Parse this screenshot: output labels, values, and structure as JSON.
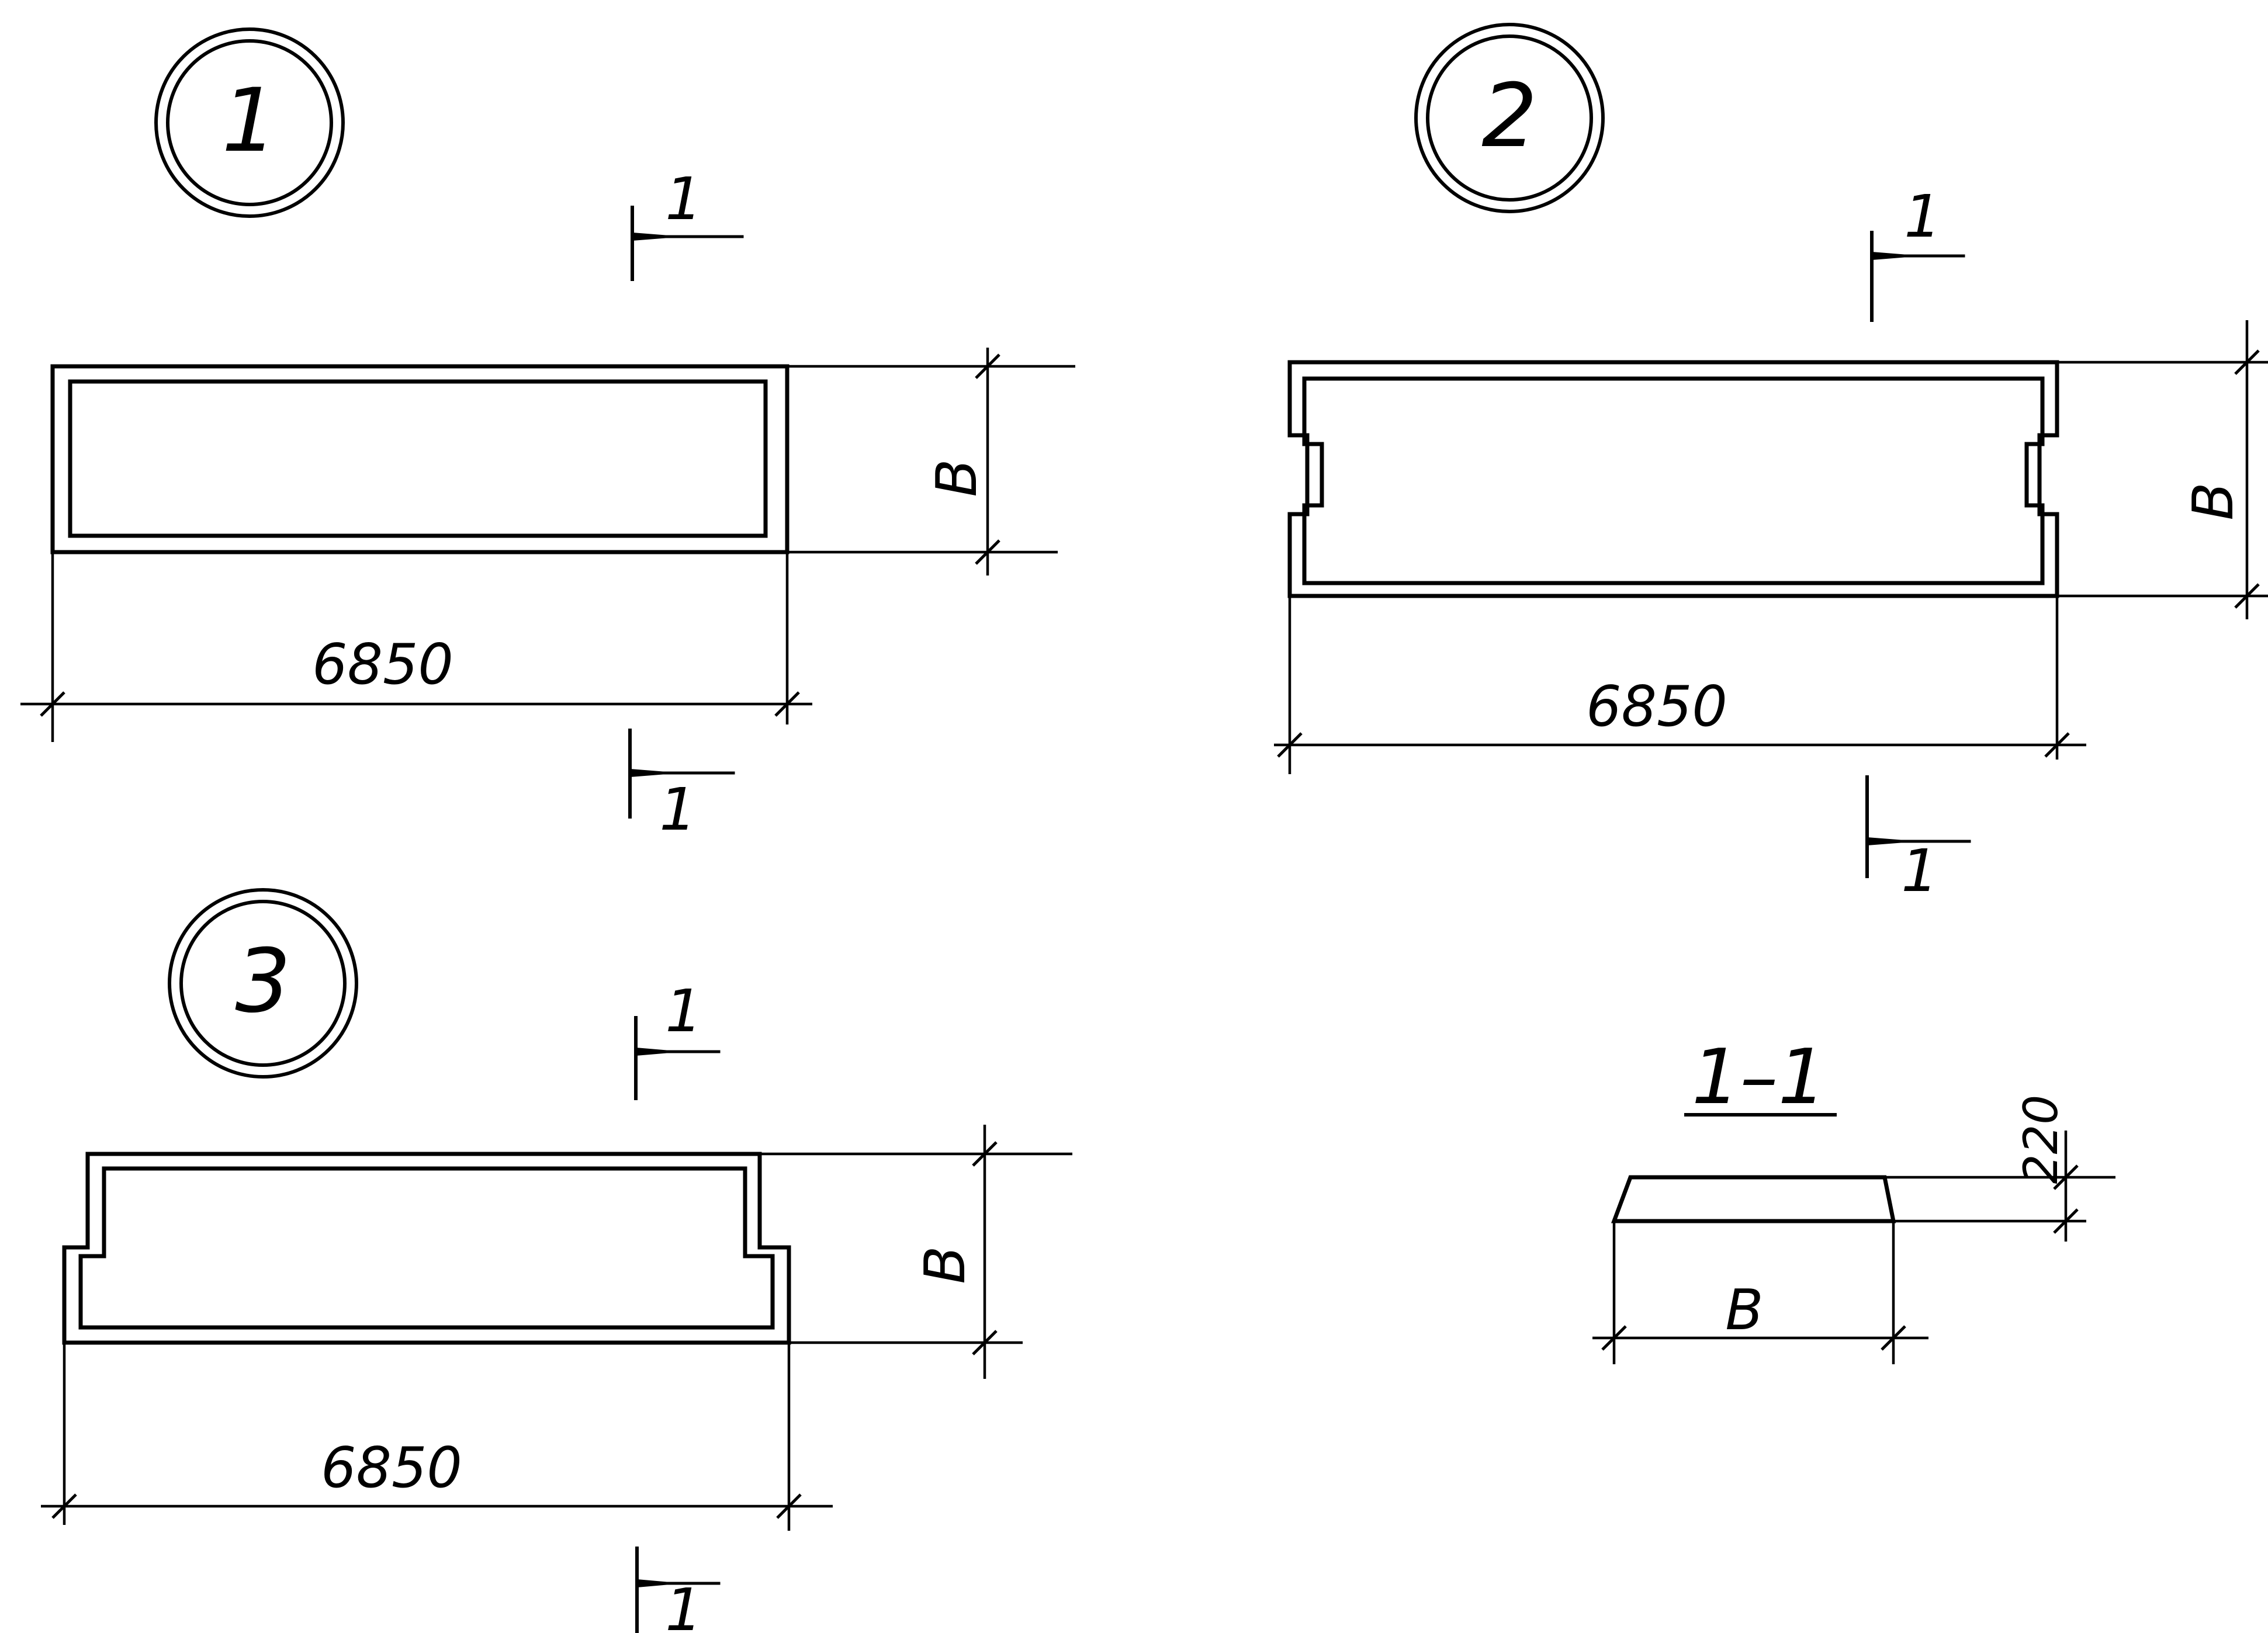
{
  "views": [
    {
      "number": "1",
      "length_label": "6850",
      "width_label": "B",
      "section_mark_top": "1",
      "section_mark_bottom": "1"
    },
    {
      "number": "2",
      "length_label": "6850",
      "width_label": "B",
      "section_mark_top": "1",
      "section_mark_bottom": "1"
    },
    {
      "number": "3",
      "length_label": "6850",
      "width_label": "B",
      "section_mark_top": "1",
      "section_mark_bottom": "1"
    }
  ],
  "section": {
    "title": "1–1",
    "width_label": "B",
    "thickness_label": "220"
  }
}
